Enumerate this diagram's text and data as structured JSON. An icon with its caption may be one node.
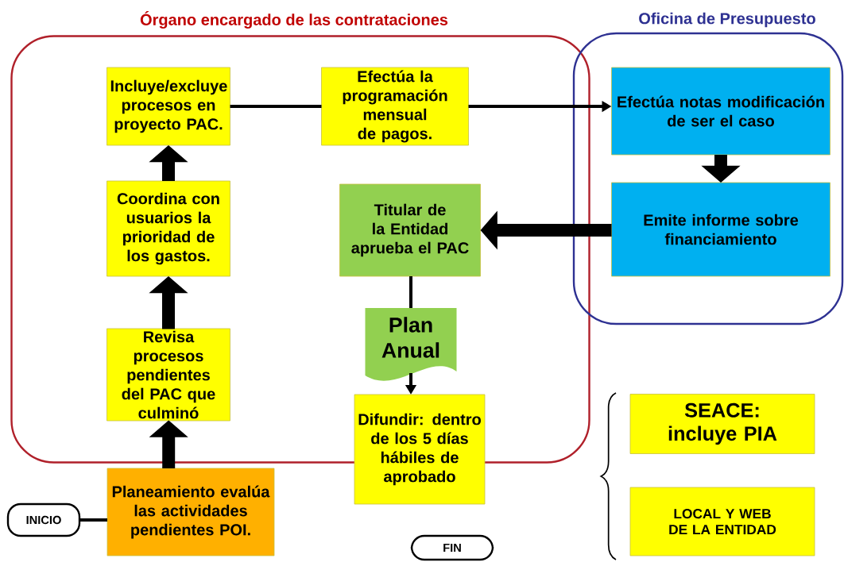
{
  "diagram": {
    "nodes": [
      {
        "text": [
          "Órgano encargado de las contrataciones"
        ]
      },
      {
        "text": [
          "Oficina de Presupuesto"
        ]
      },
      {
        "text": [
          "Incluye/excluye procesos en proyecto PAC."
        ],
        "in": 0
      },
      {
        "text": [
          "Efectúa la programación mensual de pagos."
        ],
        "in": 0
      },
      {
        "text": [
          "Efectúa notas modificación de ser el caso"
        ],
        "in": 1
      },
      {
        "text": [
          "Coordina con usuarios la prioridad de los gastos."
        ],
        "in": 0
      },
      {
        "text": [
          "Titular de la Entidad aprueba el PAC"
        ],
        "in": 0
      },
      {
        "text": [
          "Emite informe sobre financiamiento"
        ],
        "in": 1
      },
      {
        "text": [
          "Plan Anual"
        ],
        "in": 0
      },
      {
        "text": [
          "Revisa procesos pendientes del PAC que culminó"
        ],
        "in": 0
      },
      {
        "text": [
          "Difundir: dentro de los 5 días hábiles de aprobado"
        ]
      },
      {
        "text": [
          "SEACE: incluye PIA"
        ]
      },
      {
        "text": [
          "LOCAL  Y WEB DE LA ENTIDAD"
        ]
      },
      {
        "text": [
          "Planeamiento evalúa las actividades pendientes POI."
        ]
      },
      {
        "text": [
          "INICIO"
        ]
      },
      {
        "text": [
          "FIN"
        ]
      }
    ],
    "edges": [
      {
        "from": 2,
        "to": 3,
        "arrow": "none"
      },
      {
        "from": 3,
        "to": 4,
        "arrow": "to"
      },
      {
        "from": 4,
        "to": 7,
        "arrow": "to",
        "style": "thick"
      },
      {
        "from": 7,
        "to": 6,
        "arrow": "to",
        "style": "thick"
      },
      {
        "from": 6,
        "to": 8,
        "arrow": "none"
      },
      {
        "from": 8,
        "to": 10,
        "arrow": "to"
      },
      {
        "from": 14,
        "to": 13,
        "arrow": "none"
      },
      {
        "from": 13,
        "to": 9,
        "arrow": "to",
        "style": "thick"
      },
      {
        "from": 9,
        "to": 5,
        "arrow": "to",
        "style": "thick"
      },
      {
        "from": 5,
        "to": 2,
        "arrow": "to",
        "style": "thick"
      }
    ]
  }
}
